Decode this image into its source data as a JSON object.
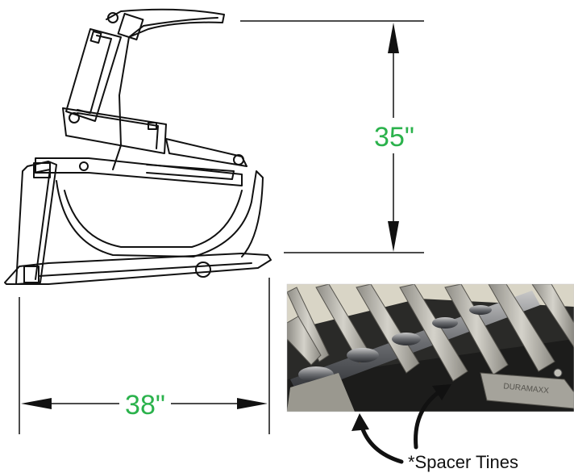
{
  "dimensions": {
    "height_label": "35\"",
    "width_label": "38\""
  },
  "callout": {
    "label": "*Spacer Tines"
  },
  "photo": {
    "brand_text": "DURAMAXX"
  },
  "colors": {
    "dimension_text": "#2bb24c",
    "line": "#111111",
    "photo_bg": "#2a2a28",
    "tine": "#b8b6ae"
  }
}
